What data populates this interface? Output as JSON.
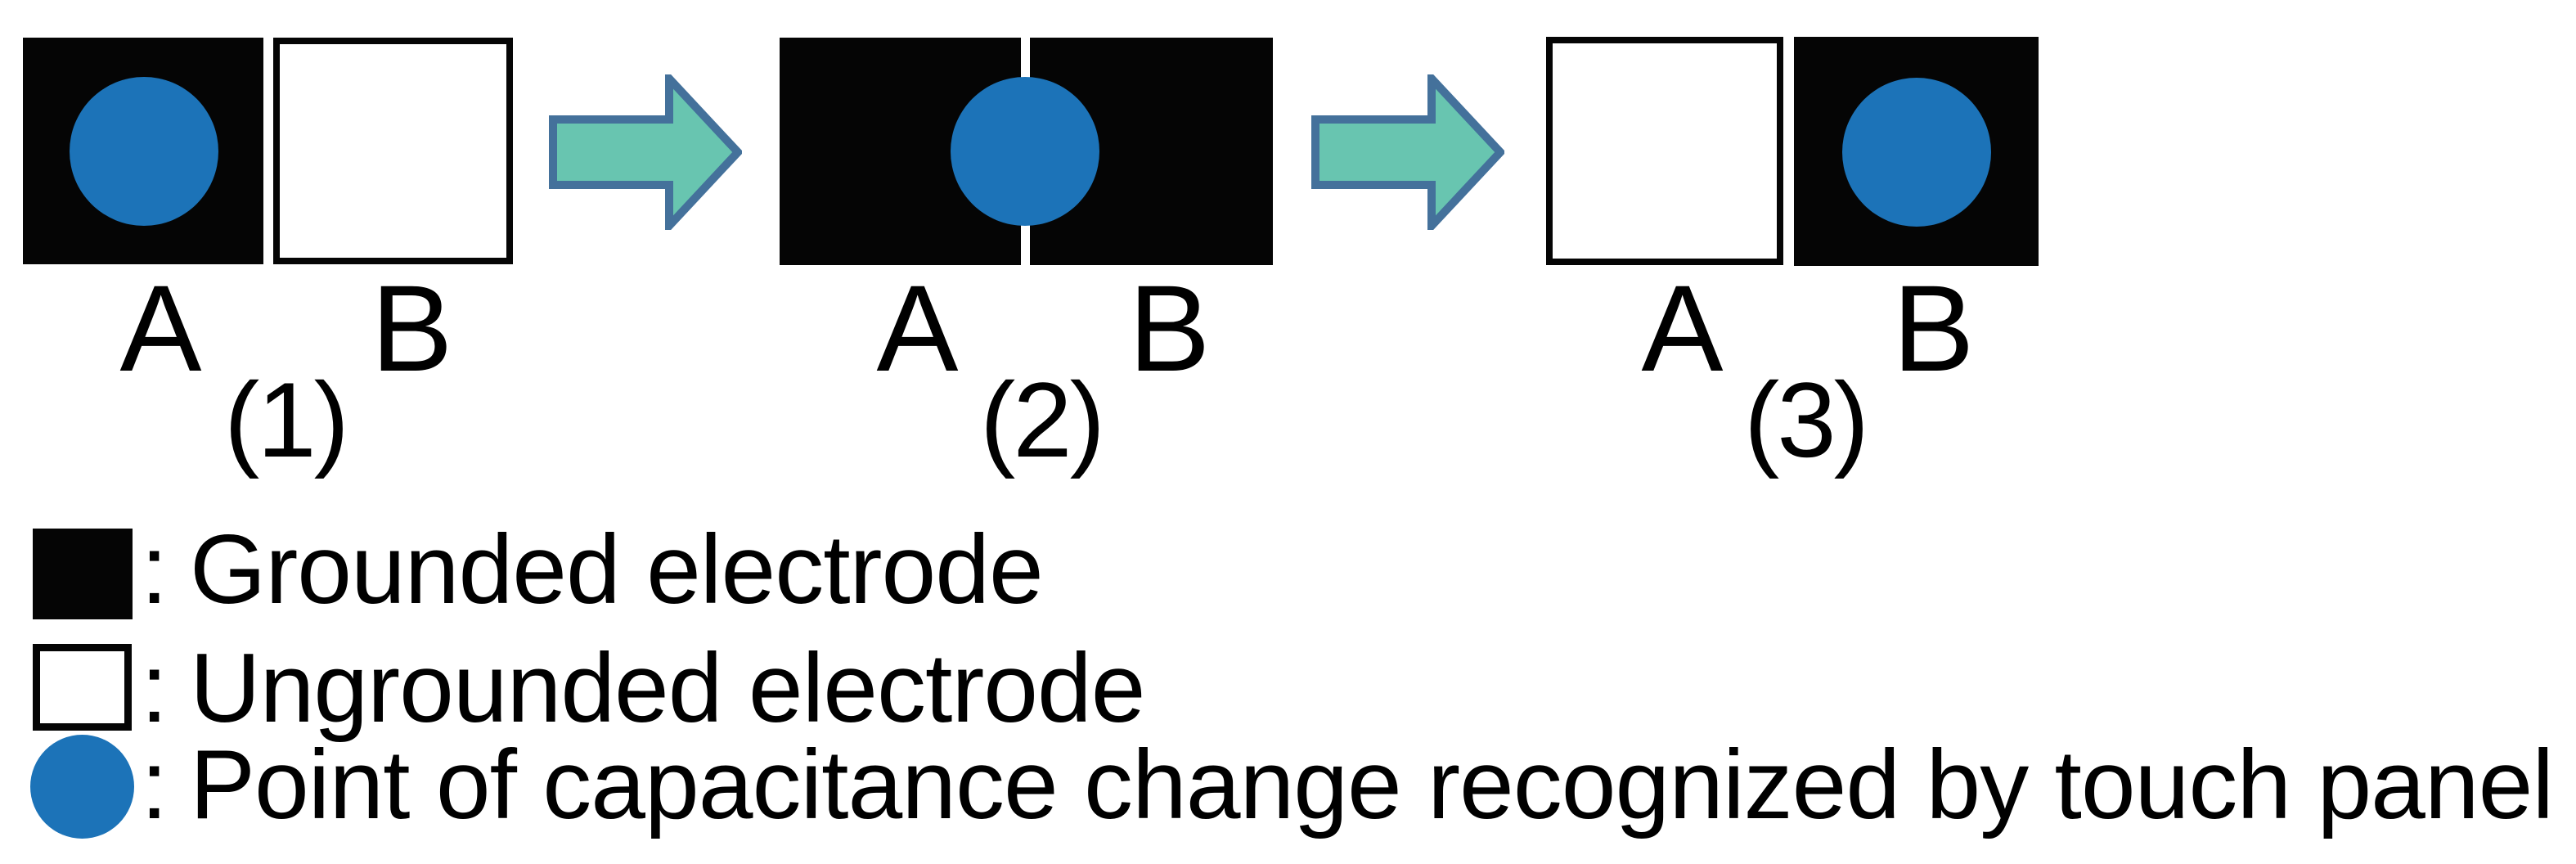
{
  "figure": {
    "description": "Sequence diagram of touch point moving across two touch-panel electrodes A and B in three steps"
  },
  "colors": {
    "grounded_electrode": "#050505",
    "ungrounded_electrode_fill": "#ffffff",
    "electrode_border": "#050505",
    "touch_point_blue": "#1c73b8",
    "arrow_fill": "#68c5b0",
    "arrow_border": "#44719b",
    "text": "#000000",
    "background": "#ffffff"
  },
  "stages": [
    {
      "number_label": "(1)",
      "electrode_a": {
        "label": "A",
        "state": "grounded",
        "touch_point": true
      },
      "electrode_b": {
        "label": "B",
        "state": "ungrounded",
        "touch_point": false
      }
    },
    {
      "number_label": "(2)",
      "electrode_a": {
        "label": "A",
        "state": "grounded"
      },
      "electrode_b": {
        "label": "B",
        "state": "grounded"
      },
      "touch_point": "between A and B"
    },
    {
      "number_label": "(3)",
      "electrode_a": {
        "label": "A",
        "state": "ungrounded",
        "touch_point": false
      },
      "electrode_b": {
        "label": "B",
        "state": "grounded",
        "touch_point": true
      }
    }
  ],
  "legend": {
    "separator": ":",
    "items": [
      {
        "icon": "grounded-electrode-swatch",
        "label": "Grounded electrode"
      },
      {
        "icon": "ungrounded-electrode-swatch",
        "label": "Ungrounded electrode"
      },
      {
        "icon": "touch-point-circle",
        "label": "Point of capacitance change recognized by touch panel"
      }
    ]
  }
}
